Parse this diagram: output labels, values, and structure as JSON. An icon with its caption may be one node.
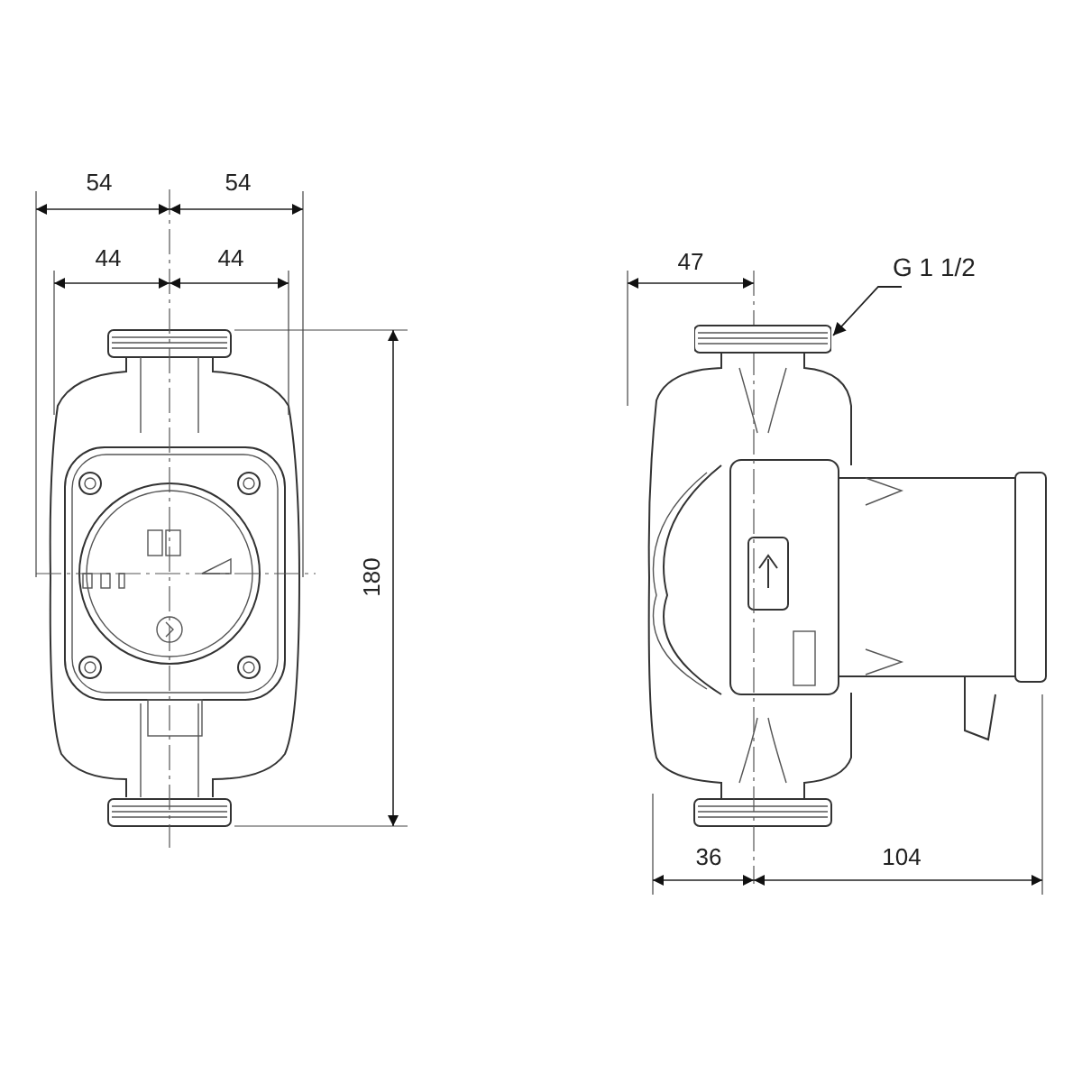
{
  "diagram": {
    "nodes": [
      {
        "text": [
          "G 1 1/2"
        ]
      },
      {
        "text": [],
        "shape": "picture"
      }
    ],
    "edges": [
      {
        "from": 0,
        "to": 1,
        "arrow": "to"
      }
    ],
    "labels": [
      "54",
      "54",
      "44",
      "44",
      "180",
      "47",
      "36",
      "104"
    ]
  }
}
